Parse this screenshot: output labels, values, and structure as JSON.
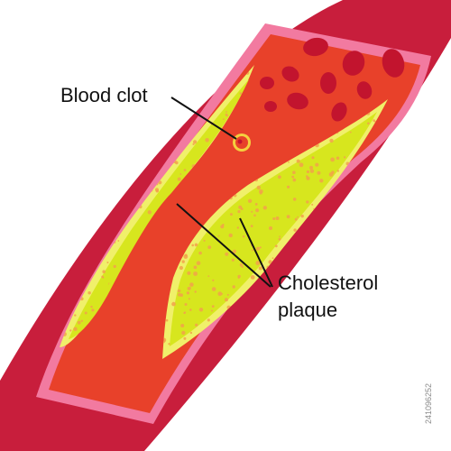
{
  "labels": {
    "blood_clot": "Blood clot",
    "cholesterol_line1": "Cholesterol",
    "cholesterol_line2": "plaque"
  },
  "watermark": {
    "stock_id": "241096252"
  },
  "colors": {
    "vessel_wall": "#c81e3c",
    "inner_lining": "#f27aa0",
    "lumen_blood": "#e8412a",
    "red_cell": "#c2142e",
    "plaque_fill": "#d7e61e",
    "plaque_border": "#f0f06a",
    "plaque_speckle": "#f2a24a",
    "clot_ring": "#f4d03f",
    "leader_line": "#111111"
  }
}
